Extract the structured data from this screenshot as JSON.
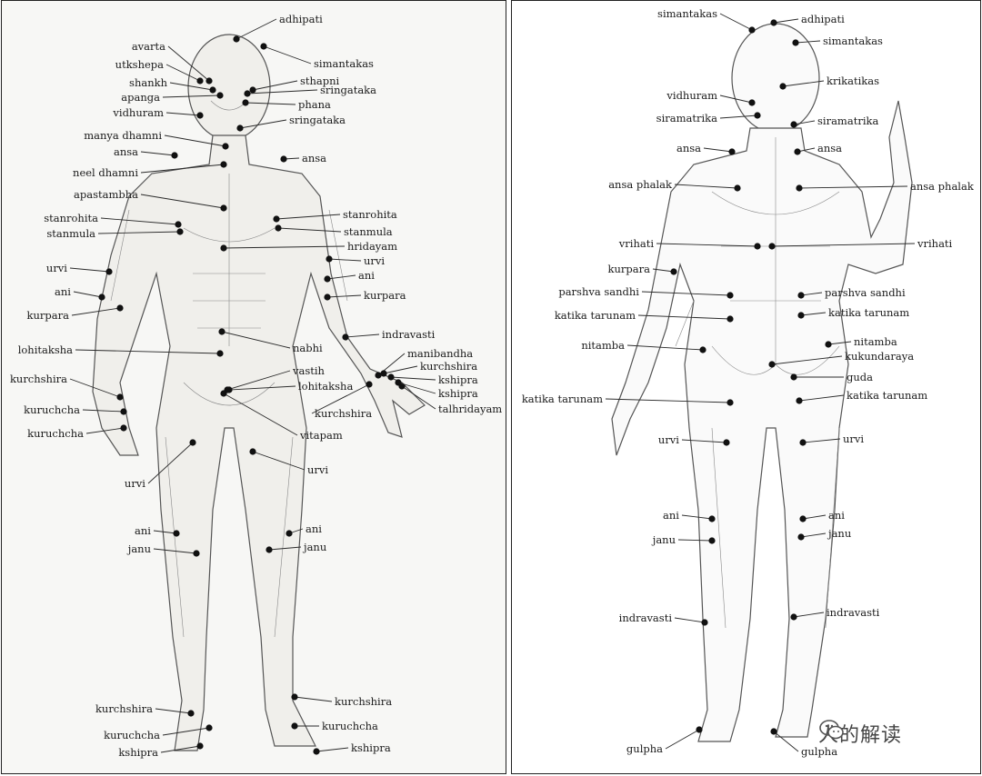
{
  "front_labels": [
    "adhipati",
    "avarta",
    "simantakas",
    "utkshepa",
    "shankh",
    "sthapni",
    "sringataka",
    "apanga",
    "phana",
    "vidhuram",
    "sringataka",
    "manya dhamni",
    "ansa",
    "ansa",
    "neel dhamni",
    "apastambha",
    "stanrohita",
    "stanrohita",
    "stanmula",
    "stanmula",
    "hridayam",
    "urvi",
    "urvi",
    "ani",
    "ani",
    "kurpara",
    "kurpara",
    "indravasti",
    "lohitaksha",
    "nabhi",
    "manibandha",
    "kurchshira",
    "vastih",
    "kurchshira",
    "lohitaksha",
    "kuruchcha",
    "kshipra",
    "kuruchcha",
    "talhridayam",
    "kurchshira",
    "kshipra",
    "vitapam",
    "urvi",
    "urvi",
    "ani",
    "ani",
    "janu",
    "janu",
    "kurchshira",
    "kurchshira",
    "kuruchcha",
    "kuruchcha",
    "kshipra",
    "kshipra"
  ],
  "back_labels": [
    "simantakas",
    "adhipati",
    "simantakas",
    "krikatikas",
    "vidhuram",
    "siramatrika",
    "siramatrika",
    "ansa",
    "ansa",
    "ansa phalak",
    "ansa phalak",
    "vrihati",
    "vrihati",
    "kurpara",
    "parshva sandhi",
    "parshva sandhi",
    "katika tarunam",
    "katika tarunam",
    "nitamba",
    "nitamba",
    "kukundaraya",
    "guda",
    "katika tarunam",
    "katika tarunam",
    "urvi",
    "urvi",
    "ani",
    "ani",
    "janu",
    "janu",
    "indravasti",
    "indravasti",
    "gulpha",
    "gulpha"
  ],
  "watermark": {
    "text": "人的解读",
    "icon": "wechat-icon"
  }
}
